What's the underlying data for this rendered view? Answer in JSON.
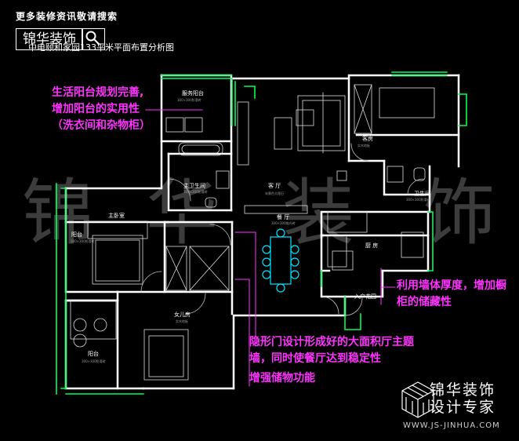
{
  "header": {
    "site_hint": "更多装修资讯敬请搜索",
    "logo_text": "锦华装饰",
    "plan_title": "中电颐和家园133平米平面布置分析图"
  },
  "watermark": {
    "chars": [
      "锦",
      "华",
      "装",
      "饰"
    ]
  },
  "rooms": {
    "service_balcony": {
      "name": "服务阳台",
      "spec": "300×300防滑砖"
    },
    "master_bath": {
      "name": "主卫生间",
      "spec": "300×300防滑砖"
    },
    "living": {
      "name": "客 厅",
      "spec": "米黄色大理石"
    },
    "dining": {
      "name": "餐 厅",
      "spec": "300×300抛光砖"
    },
    "bedroom": {
      "name": "客房",
      "spec": "实木地板"
    },
    "guest_bath": {
      "name": "卫生间",
      "spec": "300×300防滑砖"
    },
    "master_bed": {
      "name": "主卧室",
      "spec": ""
    },
    "west_balcony": {
      "name": "阳台",
      "spec": "300×300防滑砖"
    },
    "kitchen": {
      "name": "厨 房",
      "spec": ""
    },
    "entry_garden": {
      "name": "入户花园",
      "spec": ""
    },
    "child_room": {
      "name": "女儿房",
      "spec": "实木地板"
    },
    "south_balcony": {
      "name": "阳台",
      "spec": "300×300防滑砖"
    }
  },
  "annotations": {
    "balcony_note": "生活阳台规划完善,增加阳台的实用性（洗衣间和杂物柜）",
    "cabinet_note": "利用墙体厚度，增加橱柜的储藏性",
    "door_note_1": "隐形门设计形成好的大面积厅主题墙，同时使餐厅达到稳定性",
    "door_note_2": "增强储物功能"
  },
  "brand": {
    "name_line1": "锦华装饰",
    "name_line2": "设计专家",
    "url": "WWW.JS-JINHUA.COM"
  },
  "colors": {
    "wall": "#ffffff",
    "window": "#00ff55",
    "furniture": "#dddddd",
    "dining_table": "#00e5ff",
    "annotation": "#ff33ff",
    "watermark": "#3c3c3c"
  }
}
